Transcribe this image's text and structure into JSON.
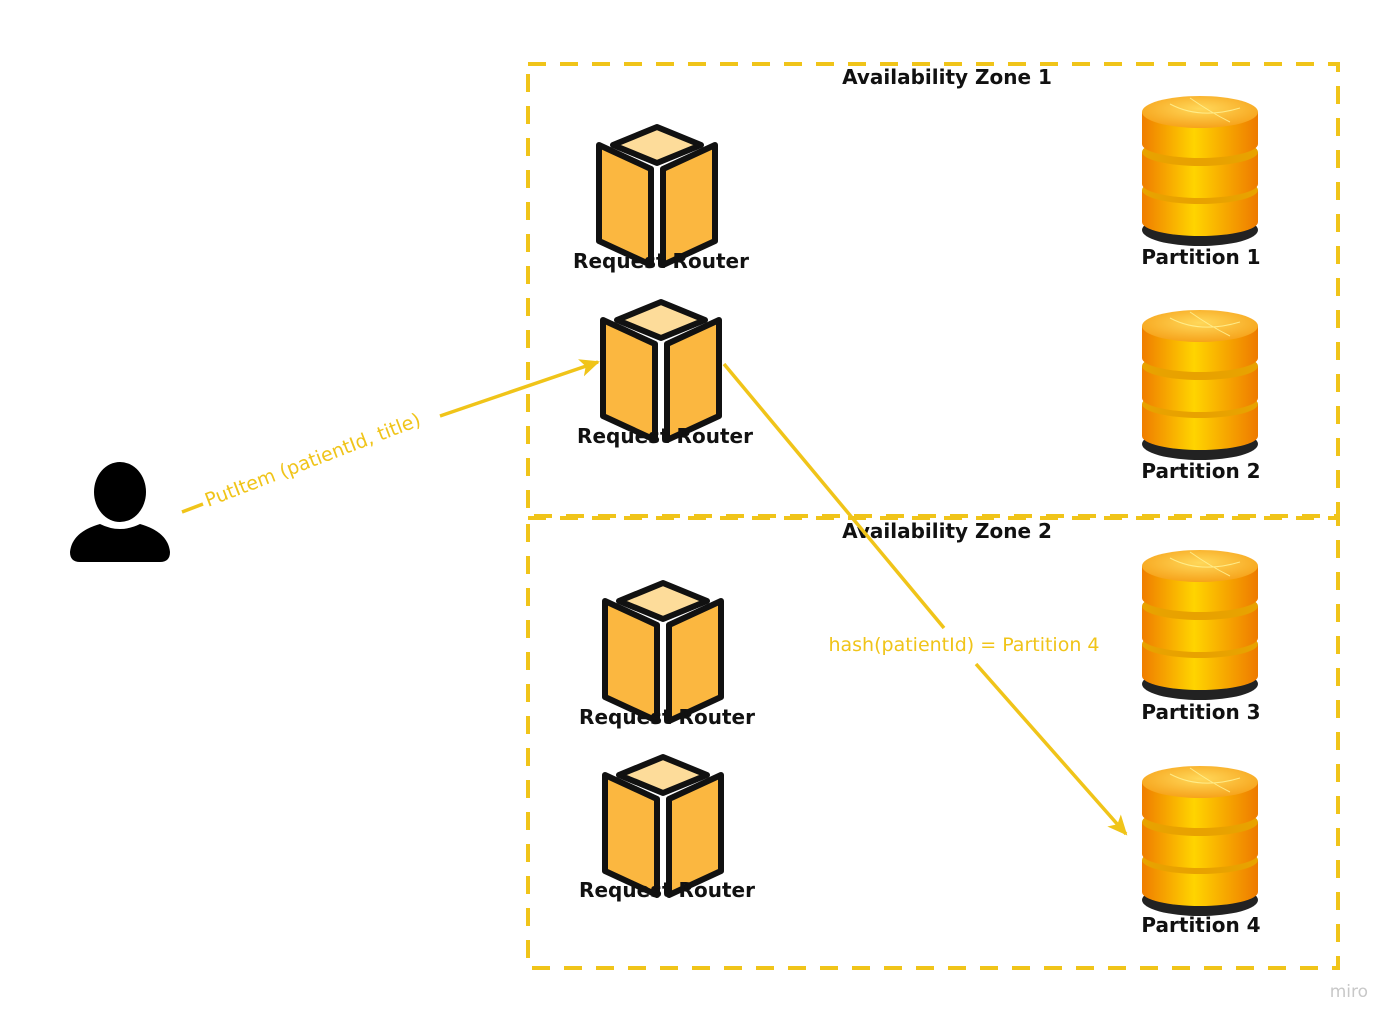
{
  "zones": [
    {
      "title": "Availability Zone 1"
    },
    {
      "title": "Availability Zone 2"
    }
  ],
  "routers": [
    {
      "label": "Request Router"
    },
    {
      "label": "Request Router"
    },
    {
      "label": "Request Router"
    },
    {
      "label": "Request Router"
    }
  ],
  "partitions": [
    {
      "label": "Partition 1"
    },
    {
      "label": "Partition 2"
    },
    {
      "label": "Partition 3"
    },
    {
      "label": "Partition 4"
    }
  ],
  "edges": {
    "client_to_router": "PutItem (patientId, title)",
    "router_to_partition": "hash(patientId) = Partition 4"
  },
  "watermark": "miro",
  "colors": {
    "accent": "#f0c419",
    "cube": "#fbb740",
    "cube_top": "#fddc9a"
  }
}
